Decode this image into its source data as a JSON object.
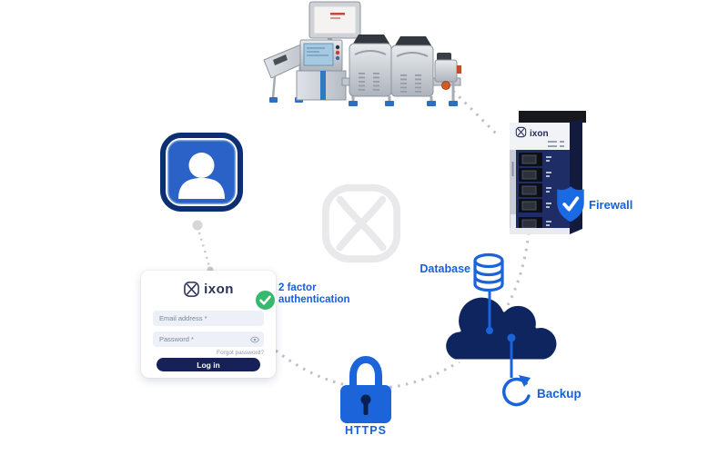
{
  "colors": {
    "accent_blue": "#1660DD",
    "lock_blue": "#1C64DA",
    "cloud_navy": "#0F2560",
    "button_navy": "#16215A",
    "check_green": "#36B96D",
    "dot_gray": "#BFBFC4",
    "knot_gray": "#E9E9EC"
  },
  "labels": {
    "firewall": "Firewall",
    "database": "Database",
    "backup": "Backup",
    "https": "HTTPS",
    "two_factor_line1": "2 factor",
    "two_factor_line2": "authentication"
  },
  "router": {
    "brand": "ixon"
  },
  "login": {
    "brand": "ixon",
    "email_placeholder": "Email address *",
    "password_placeholder": "Password *",
    "forgot_link": "Forgot password?",
    "submit_label": "Log in"
  }
}
